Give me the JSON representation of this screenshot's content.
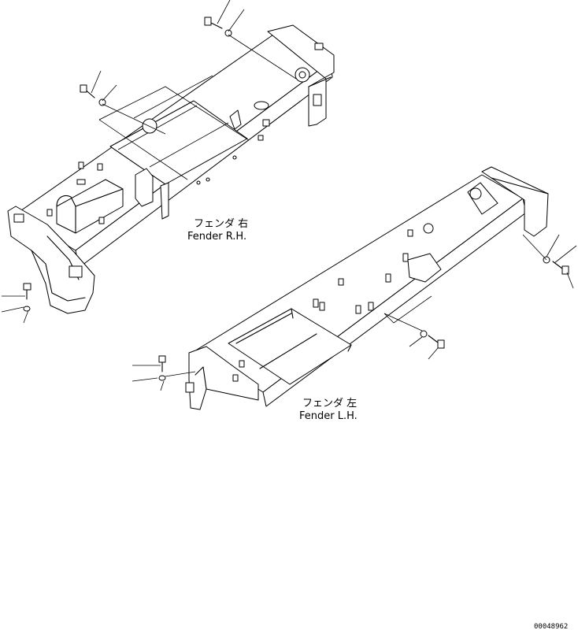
{
  "diagram": {
    "labels": {
      "rh_jp": "フェンダ 右",
      "rh_en": "Fender R.H.",
      "lh_jp": "フェンダ 左",
      "lh_en": "Fender L.H."
    },
    "drawing_number": "00048962"
  }
}
